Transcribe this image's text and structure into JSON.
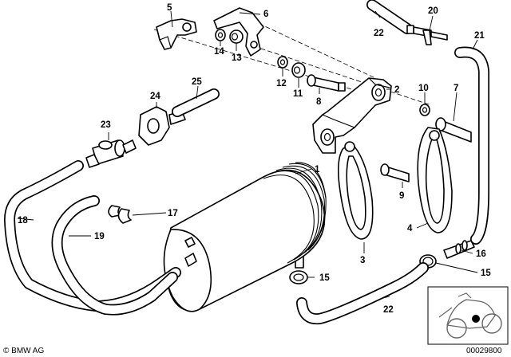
{
  "callouts": {
    "c1": "1",
    "c2": "2",
    "c3": "3",
    "c4": "4",
    "c5": "5",
    "c6": "6",
    "c7": "7",
    "c8": "8",
    "c9": "9",
    "c10": "10",
    "c11": "11",
    "c12": "12",
    "c13": "13",
    "c14": "14",
    "c15a": "15",
    "c15b": "15",
    "c16": "16",
    "c17": "17",
    "c18": "18",
    "c19": "19",
    "c20": "20",
    "c21": "21",
    "c22a": "22",
    "c22b": "22",
    "c23": "23",
    "c24": "24",
    "c25": "25"
  },
  "footer": {
    "copyright": "© BMW AG",
    "diagram_number": "00029800"
  }
}
